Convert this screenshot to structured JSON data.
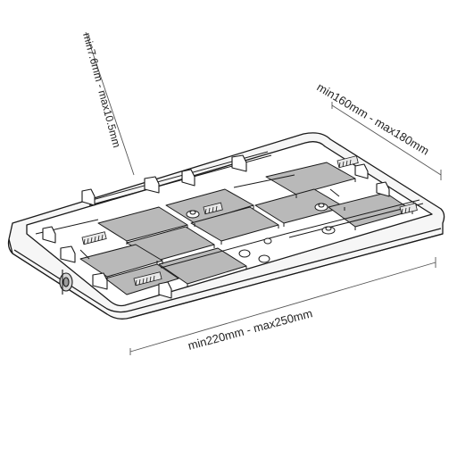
{
  "dimensions": {
    "height_range": "min7.6mm - max10.5mm",
    "width_range": "min160mm - max180mm",
    "length_range": "min220mm - max250mm"
  },
  "colors": {
    "line": "#1a1a1a",
    "pad": "#b9b9b9",
    "pad_dark": "#9c9c9c",
    "tray_fill": "#f4f4f4",
    "text": "#222222"
  },
  "diagram": {
    "subject": "tray-bracket",
    "pad_count": 10
  }
}
